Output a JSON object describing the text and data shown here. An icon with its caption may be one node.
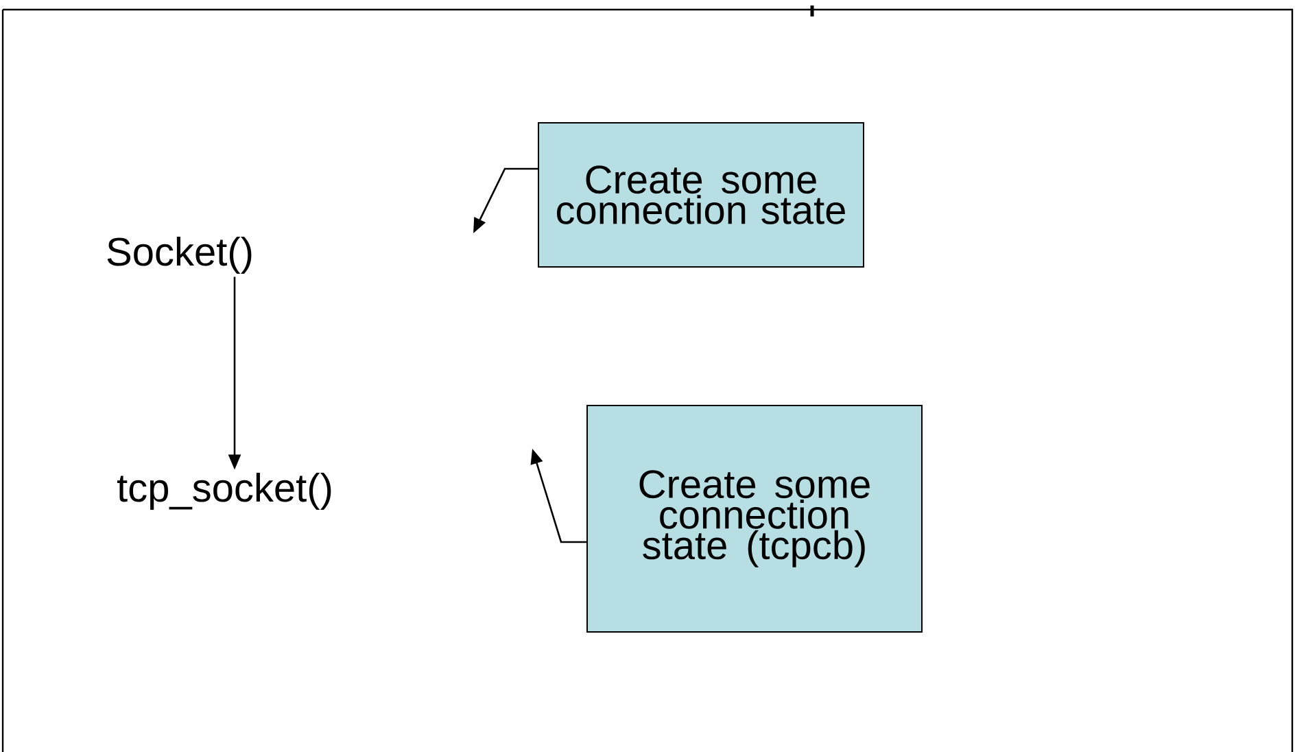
{
  "diagram": {
    "nodes": [
      {
        "text": [
          "Socket()"
        ]
      },
      {
        "text": [
          "tcp_socket()"
        ]
      },
      {
        "text": [
          "Create some connection state"
        ]
      },
      {
        "text": [
          "Create some connection state (tcpcb)"
        ]
      }
    ],
    "edges": [
      {
        "from": 0,
        "to": 1,
        "arrow": "to"
      },
      {
        "from": 2,
        "to": null,
        "arrow": "to"
      },
      {
        "from": 3,
        "to": null,
        "arrow": "to"
      }
    ]
  }
}
